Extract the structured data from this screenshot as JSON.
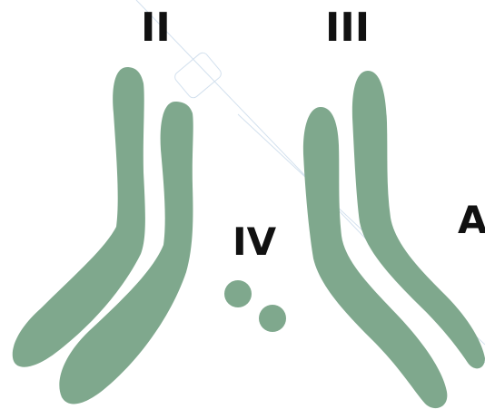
{
  "labels": {
    "ii": "II",
    "iii": "III",
    "iv": "IV",
    "a": "A"
  },
  "colors": {
    "chromosome": "#7fa88d",
    "label_text": "#111111",
    "watermark": "#c8d9ea"
  }
}
